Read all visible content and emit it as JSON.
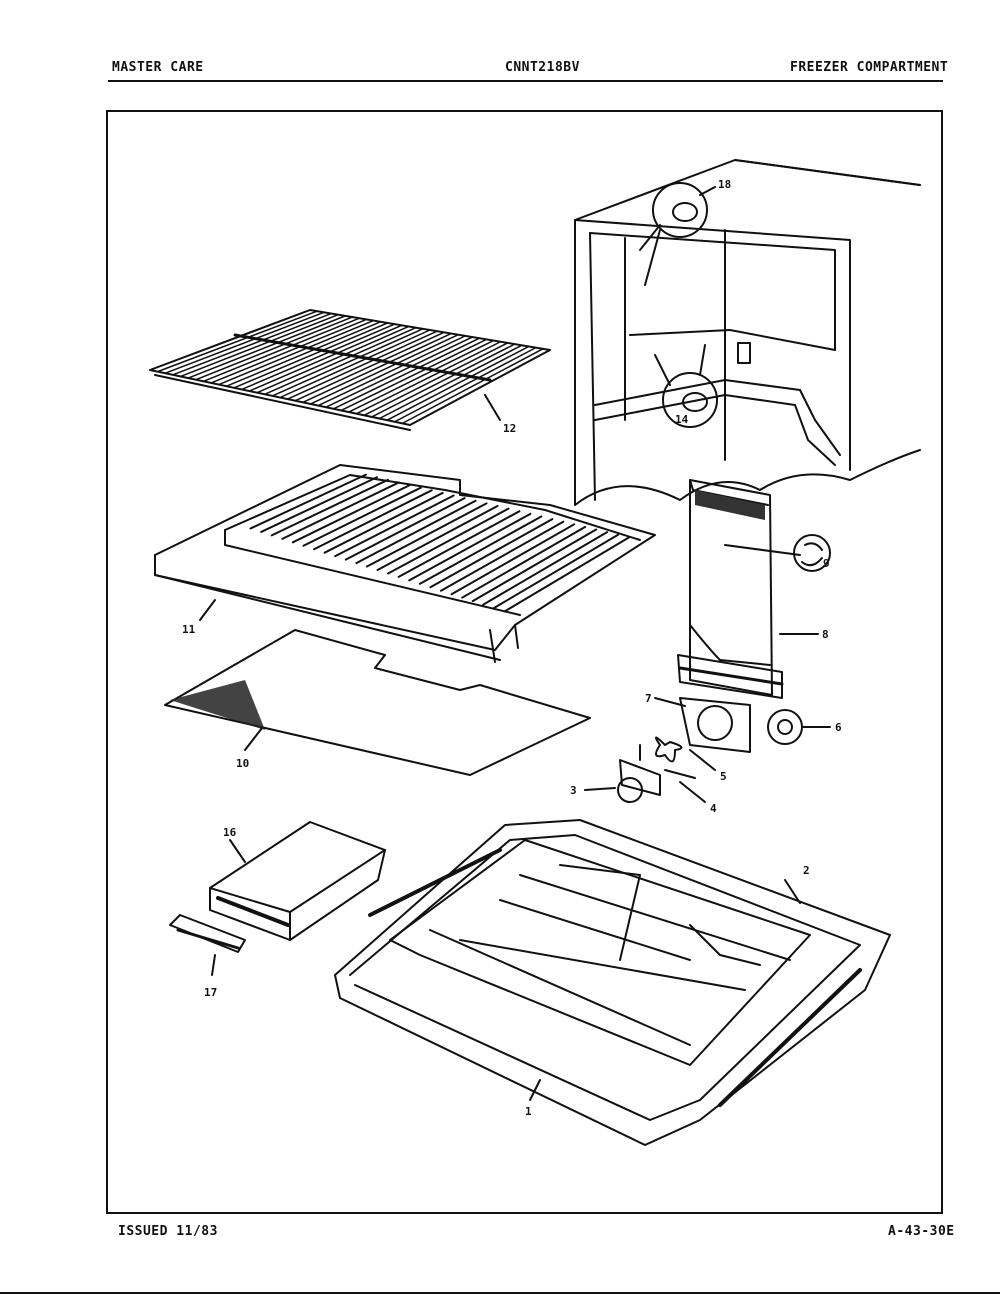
{
  "header": {
    "left": "MASTER CARE",
    "center": "CNNT218BV",
    "right": "FREEZER COMPARTMENT"
  },
  "footer": {
    "left": "ISSUED 11/83",
    "right": "A-43-30E"
  },
  "callouts": [
    "1",
    "2",
    "3",
    "4",
    "5",
    "6",
    "7",
    "8",
    "9",
    "10",
    "11",
    "12",
    "14",
    "16",
    "17",
    "18"
  ]
}
